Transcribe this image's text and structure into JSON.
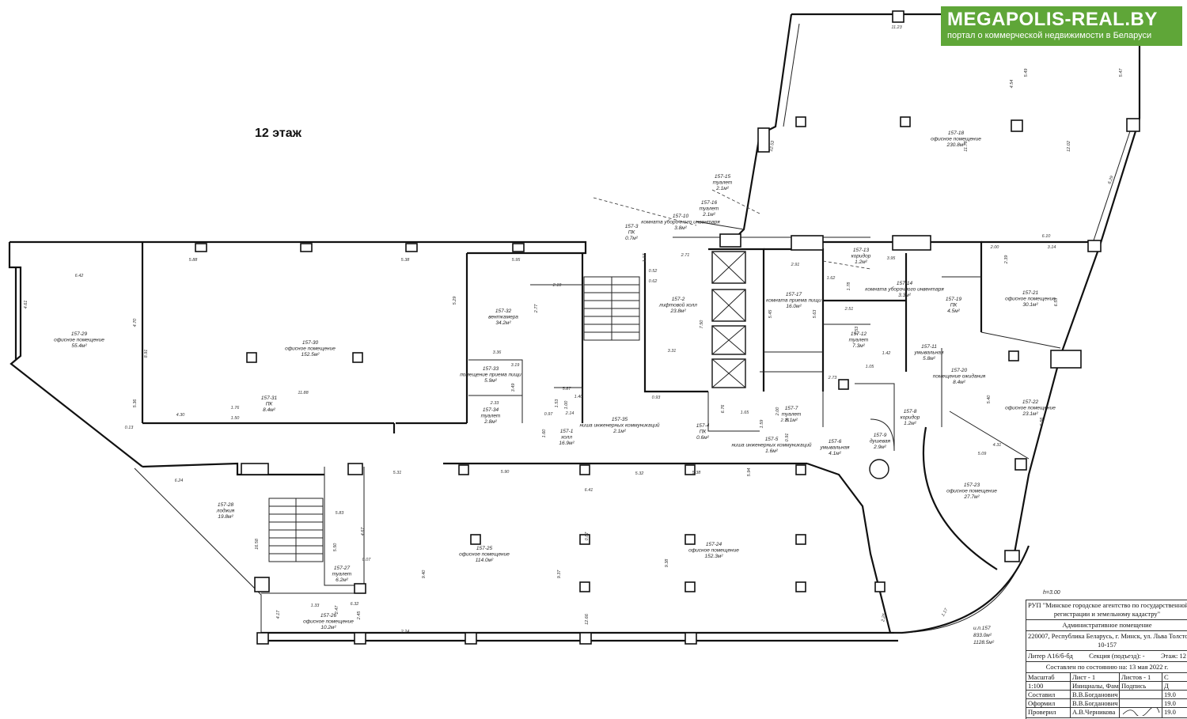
{
  "floor_title": "12 этаж",
  "logo": {
    "brand": "MEGAPOLIS-REAL.BY",
    "tagline": "портал о коммерческой недвижимости в Беларуси",
    "color": "#5fa638"
  },
  "height_note": "h=3.00",
  "totals": {
    "ref": "и.п.157",
    "area1": "833.0м²",
    "area2": "1128.5м²"
  },
  "rooms": [
    {
      "id": "157-29",
      "name": "офисное помещение",
      "area": "55.4м²"
    },
    {
      "id": "157-30",
      "name": "офисное помещение",
      "area": "152.5м²"
    },
    {
      "id": "157-31",
      "name": "ПК",
      "area": "8.4м²"
    },
    {
      "id": "157-32",
      "name": "венткамера",
      "area": "34.2м²"
    },
    {
      "id": "157-33",
      "name": "помещение приема пищи",
      "area": "5.9м²"
    },
    {
      "id": "157-34",
      "name": "туалет",
      "area": "2.8м²"
    },
    {
      "id": "157-1",
      "name": "холл",
      "area": "16.9м²"
    },
    {
      "id": "157-35",
      "name": "ниша инженерных коммуникаций",
      "area": "2.1м²"
    },
    {
      "id": "157-2",
      "name": "лифтовой холл",
      "area": "23.8м²"
    },
    {
      "id": "157-3",
      "name": "ПК",
      "area": "0.7м²"
    },
    {
      "id": "157-10",
      "name": "комната уборочного инвентаря",
      "area": "3.8м²"
    },
    {
      "id": "157-15",
      "name": "туалет",
      "area": "2.1м²"
    },
    {
      "id": "157-16",
      "name": "туалет",
      "area": "2.1м²"
    },
    {
      "id": "157-17",
      "name": "комната приема пищи",
      "area": "16.0м²"
    },
    {
      "id": "157-13",
      "name": "коридор",
      "area": "1.2м²"
    },
    {
      "id": "157-14",
      "name": "комната уборочного инвентаря",
      "area": "3.3м²"
    },
    {
      "id": "157-12",
      "name": "туалет",
      "area": "7.3м²"
    },
    {
      "id": "157-11",
      "name": "умывальная",
      "area": "5.8м²"
    },
    {
      "id": "157-19",
      "name": "ПК",
      "area": "4.5м²"
    },
    {
      "id": "157-18",
      "name": "офисное помещение",
      "area": "230.8м²"
    },
    {
      "id": "157-21",
      "name": "офисное помещение",
      "area": "30.1м²"
    },
    {
      "id": "157-20",
      "name": "помещение ожидания",
      "area": "8.4м²"
    },
    {
      "id": "157-22",
      "name": "офисное помещение",
      "area": "23.1м²"
    },
    {
      "id": "157-23",
      "name": "офисное помещение",
      "area": "27.7м²"
    },
    {
      "id": "157-4",
      "name": "ПК",
      "area": "0.6м²"
    },
    {
      "id": "157-5",
      "name": "ниша инженерных коммуникаций",
      "area": "1.6м²"
    },
    {
      "id": "157-7",
      "name": "туалет",
      "area": "8.1м²"
    },
    {
      "id": "157-6",
      "name": "умывальная",
      "area": "4.1м²"
    },
    {
      "id": "157-8",
      "name": "коридор",
      "area": "1.2м²"
    },
    {
      "id": "157-9",
      "name": "душевая",
      "area": "2.9м²"
    },
    {
      "id": "157-28",
      "name": "лоджия",
      "area": "19.8м²"
    },
    {
      "id": "157-25",
      "name": "офисное помещение",
      "area": "114.0м²"
    },
    {
      "id": "157-24",
      "name": "офисное помещение",
      "area": "152.3м²"
    },
    {
      "id": "157-27",
      "name": "туалет",
      "area": "6.2м²"
    },
    {
      "id": "157-26",
      "name": "офисное помещение",
      "area": "10.2м²"
    }
  ],
  "dimensions": [
    "5.88",
    "5.38",
    "5.95",
    "6.42",
    "4.61",
    "4.70",
    "8.91",
    "5.36",
    "4.30",
    "1.76",
    "1.50",
    "11.88",
    "0.13",
    "5.29",
    "2.18",
    "2.77",
    "3.36",
    "3.19",
    "3.49",
    "2.33",
    "11.23",
    "4.54",
    "5.49",
    "5.47",
    "12.53",
    "11.78",
    "12.02",
    "6.29",
    "2.71",
    "1.17",
    "0.52",
    "0.62",
    "7.50",
    "3.31",
    "2.91",
    "5.45",
    "5.63",
    "1.62",
    "1.78",
    "2.51",
    "3.95",
    "6.10",
    "3.14",
    "2.00",
    "2.39",
    "6.55",
    "5.40",
    "5.56",
    "5.09",
    "4.31",
    "5.94",
    "6.24",
    "5.31",
    "5.90",
    "5.32",
    "5.38",
    "9.40",
    "9.37",
    "9.38",
    "16.58",
    "5.50",
    "4.67",
    "5.83",
    "1.33",
    "4.17",
    "2.47",
    "2.45",
    "2.24",
    "12.66",
    "2.25",
    "1.17",
    "6.32",
    "0.07",
    "6.41",
    "0.87",
    "5.87",
    "1.00",
    "1.40",
    "1.53",
    "2.14",
    "0.97",
    "1.60",
    "0.93",
    "6.76",
    "1.65",
    "2.00",
    "2.76",
    "2.73",
    "1.42",
    "1.05",
    "2.53",
    "1.59",
    "0.91",
    "5.97"
  ],
  "stamp": {
    "org_line1": "РУП \"Минское городское агентство по государственной",
    "org_line2": "регистрации и земельному кадастру\"",
    "object": "Административное помещение",
    "address_line1": "220007, Республика Беларусь, г. Минск, ул. Льва Толстого,",
    "address_line2": "10-157",
    "litera": "Литер А16/б-бд",
    "section": "Секция (подъезд): -",
    "floor": "Этаж: 12",
    "state_date": "Составлен по состоянию на: 13 мая 2022 г.",
    "h_scale": "Масштаб",
    "h_sheet": "Лист - 1",
    "h_sheets": "Листов - 1",
    "h_c": "С",
    "scale": "1:100",
    "h_initials": "Инициалы, Фамилия",
    "h_sign": "Подпись",
    "h_d": "Д",
    "r1_role": "Составил",
    "r1_name": "В.В.Богданович",
    "r1_date": "19.0",
    "r2_role": "Оформил",
    "r2_name": "В.В.Богданович",
    "r2_date": "19.0",
    "r3_role": "Проверил",
    "r3_name": "А.В.Черникова",
    "r3_date": "19.0"
  }
}
